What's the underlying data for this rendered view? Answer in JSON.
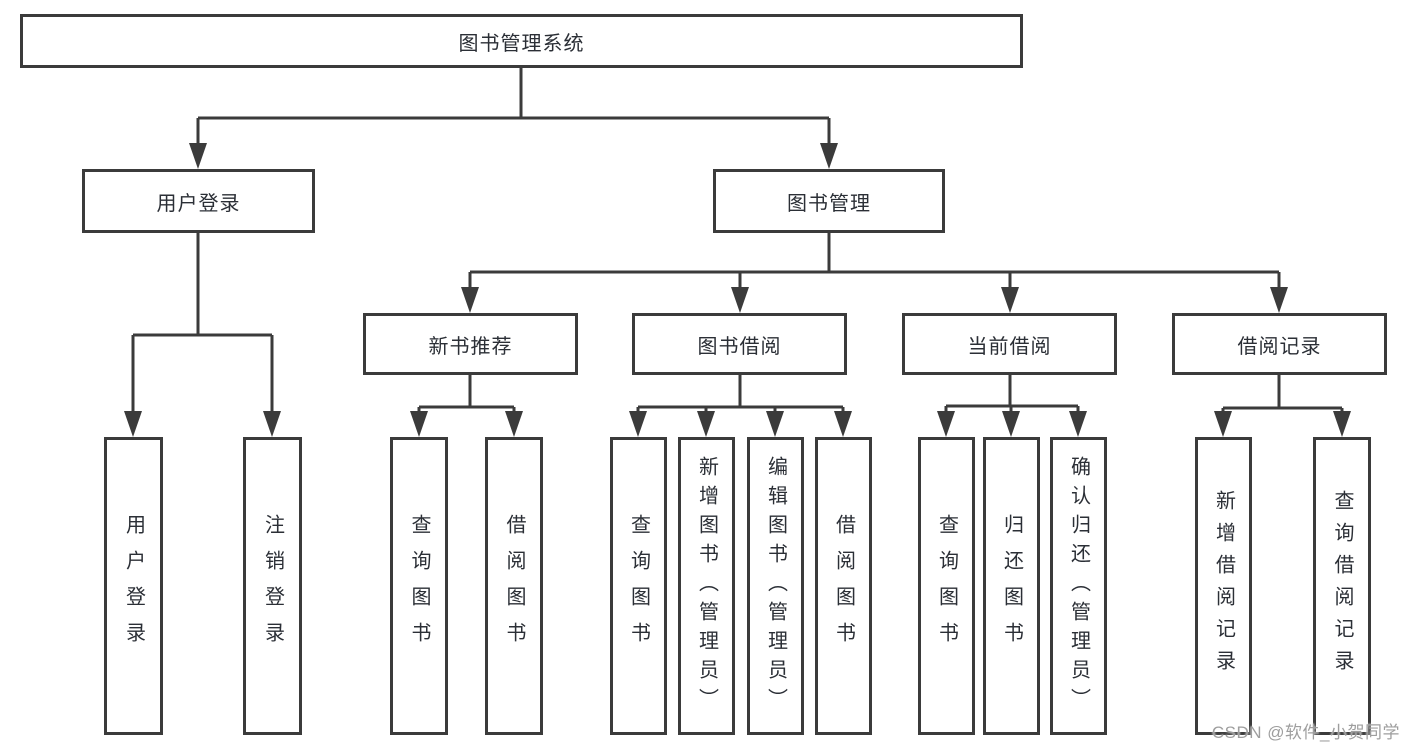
{
  "tree": {
    "root": {
      "label": "图书管理系统"
    },
    "branches": [
      {
        "label": "用户登录",
        "children": [
          {
            "label": "用户登录"
          },
          {
            "label": "注销登录"
          }
        ]
      },
      {
        "label": "图书管理",
        "groups": [
          {
            "label": "新书推荐",
            "children": [
              {
                "label": "查询图书"
              },
              {
                "label": "借阅图书"
              }
            ]
          },
          {
            "label": "图书借阅",
            "children": [
              {
                "label": "查询图书"
              },
              {
                "label": "新增图书（管理员）"
              },
              {
                "label": "编辑图书（管理员）"
              },
              {
                "label": "借阅图书"
              }
            ]
          },
          {
            "label": "当前借阅",
            "children": [
              {
                "label": "查询图书"
              },
              {
                "label": "归还图书"
              },
              {
                "label": "确认归还（管理员）"
              }
            ]
          },
          {
            "label": "借阅记录",
            "children": [
              {
                "label": "新增借阅记录"
              },
              {
                "label": "查询借阅记录"
              }
            ]
          }
        ]
      }
    ]
  },
  "watermark": {
    "text": "CSDN @软件_小贺同学"
  },
  "colors": {
    "line": "#3b3b3b",
    "text": "#2b2f36",
    "box_background": "#ffffff",
    "watermark": "#9e9e9e"
  }
}
